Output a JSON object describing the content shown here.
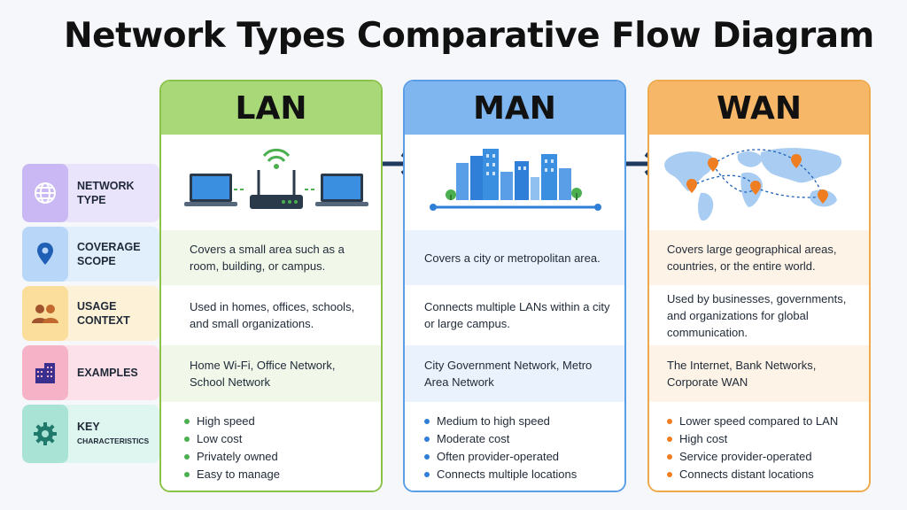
{
  "title": "Network Types Comparative Flow Diagram",
  "rows": [
    {
      "label": "NETWORK\nTYPE",
      "icon": "globe-icon",
      "bg": "#e9e3fb",
      "icon_bg": "#c9b8f3"
    },
    {
      "label": "COVERAGE\nSCOPE",
      "icon": "location-pin-icon",
      "bg": "#e1eefc",
      "icon_bg": "#b7d6f8"
    },
    {
      "label": "USAGE\nCONTEXT",
      "icon": "people-icon",
      "bg": "#fdf1d7",
      "icon_bg": "#fbdd9c"
    },
    {
      "label": "EXAMPLES",
      "icon": "building-icon",
      "bg": "#fce1ea",
      "icon_bg": "#f6b3c8"
    },
    {
      "label": "KEY",
      "label_sub": "CHARACTERISTICS",
      "icon": "gear-icon",
      "bg": "#dff5f0",
      "icon_bg": "#a9e3d6"
    }
  ],
  "columns": [
    {
      "name": "LAN",
      "color": "#8bc34a",
      "head_bg": "#a8d878",
      "tint": "#f1f8ea",
      "dot": "#4caf50",
      "coverage": "Covers a small area such as a room, building, or campus.",
      "usage": "Used in homes, offices, schools, and small organizations.",
      "examples": "Home Wi-Fi, Office Network, School Network",
      "characteristics": [
        "High speed",
        "Low cost",
        "Privately owned",
        "Easy to manage"
      ]
    },
    {
      "name": "MAN",
      "color": "#5b9ee8",
      "head_bg": "#7fb6f0",
      "tint": "#eaf3fd",
      "dot": "#2f7fd8",
      "coverage": "Covers a city or metropolitan area.",
      "usage": "Connects multiple LANs within a city or large campus.",
      "examples": "City Government Network, Metro Area Network",
      "characteristics": [
        "Medium to high speed",
        "Moderate cost",
        "Often provider-operated",
        "Connects multiple locations"
      ]
    },
    {
      "name": "WAN",
      "color": "#f0a94a",
      "head_bg": "#f6b868",
      "tint": "#fdf3e6",
      "dot": "#ef7d22",
      "coverage": "Covers large geographical areas, countries, or the entire world.",
      "usage": "Used by businesses, governments, and organizations for global communication.",
      "examples": "The Internet, Bank Networks, Corporate WAN",
      "characteristics": [
        "Lower speed compared to LAN",
        "High cost",
        "Service provider-operated",
        "Connects distant locations"
      ]
    }
  ]
}
